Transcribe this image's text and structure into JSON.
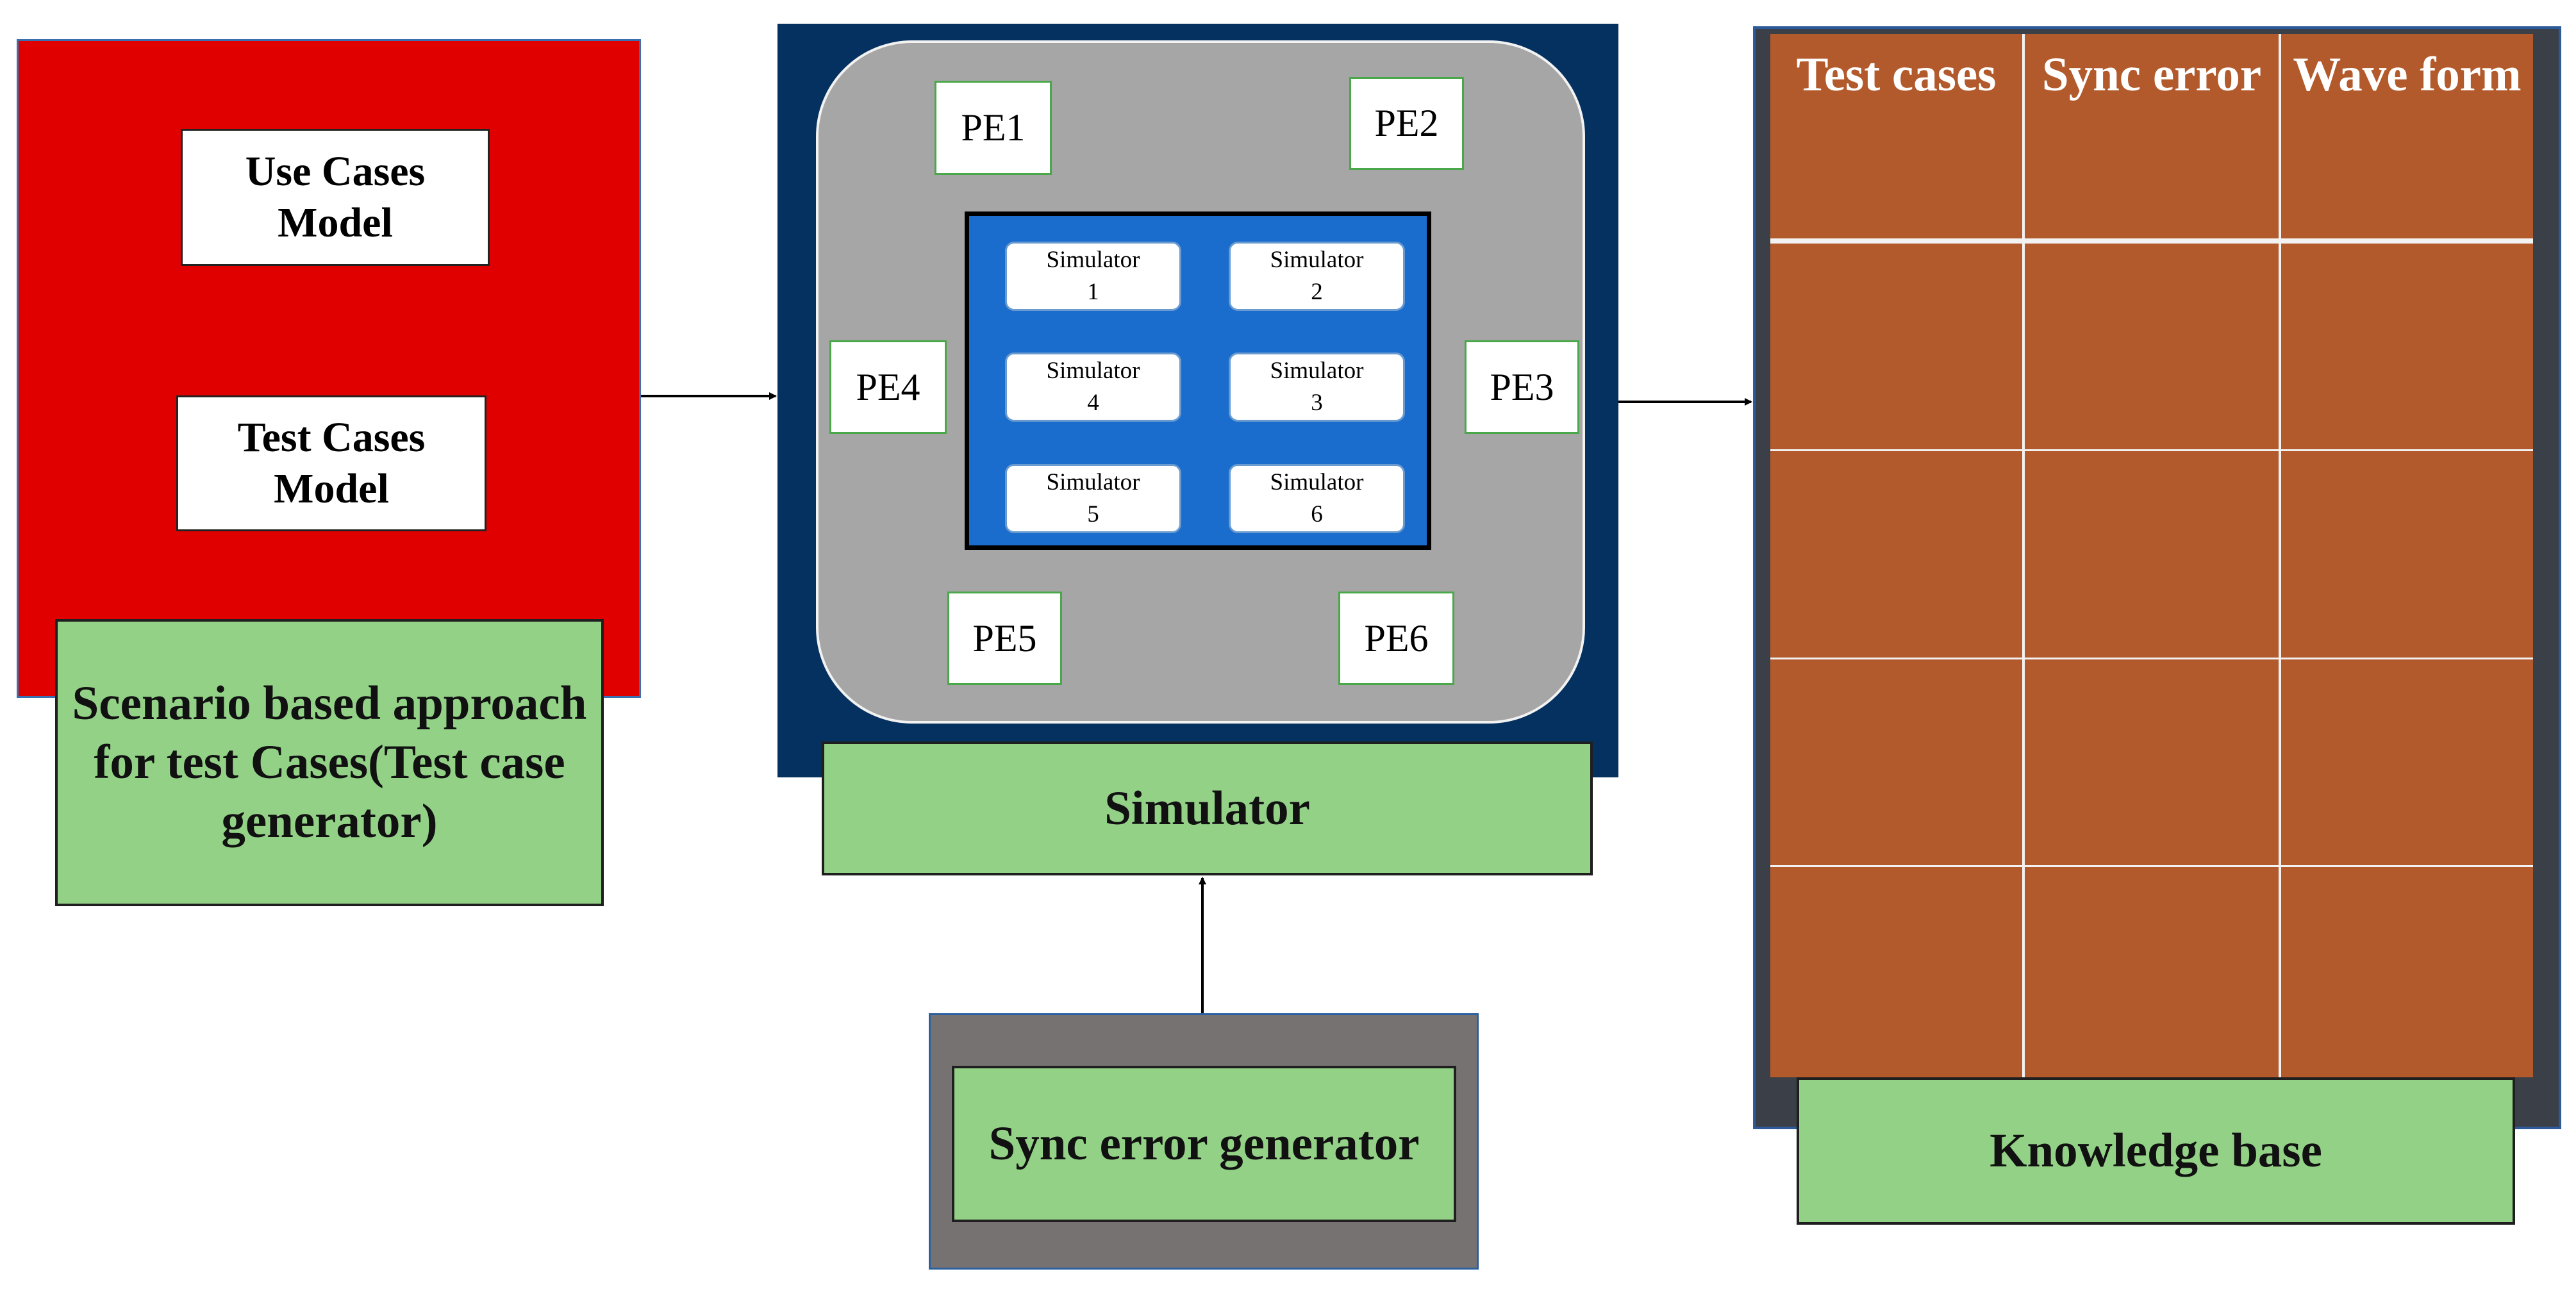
{
  "test_case_generator": {
    "use_cases_model": "Use Cases Model",
    "test_cases_model": "Test Cases Model",
    "label": "Scenario based approach for test Cases(Test case generator)"
  },
  "simulator": {
    "label": "Simulator",
    "simulators": [
      {
        "name": "Simulator",
        "number": "1"
      },
      {
        "name": "Simulator",
        "number": "2"
      },
      {
        "name": "Simulator",
        "number": "4"
      },
      {
        "name": "Simulator",
        "number": "3"
      },
      {
        "name": "Simulator",
        "number": "5"
      },
      {
        "name": "Simulator",
        "number": "6"
      }
    ],
    "processing_elements": [
      "PE1",
      "PE2",
      "PE4",
      "PE3",
      "PE5",
      "PE6"
    ]
  },
  "sync_error_generator": {
    "label": "Sync error generator"
  },
  "knowledge_base": {
    "label": "Knowledge base",
    "columns": [
      "Test cases",
      "Sync error",
      "Wave form"
    ]
  },
  "colors": {
    "test_generator_bg": "#e10000",
    "label_green": "#93d187",
    "simulator_frame": "#04315f",
    "simulator_core": "#1a6dcc",
    "knowledge_table": "#b35a2c",
    "connector_orange": "#e0782c"
  }
}
